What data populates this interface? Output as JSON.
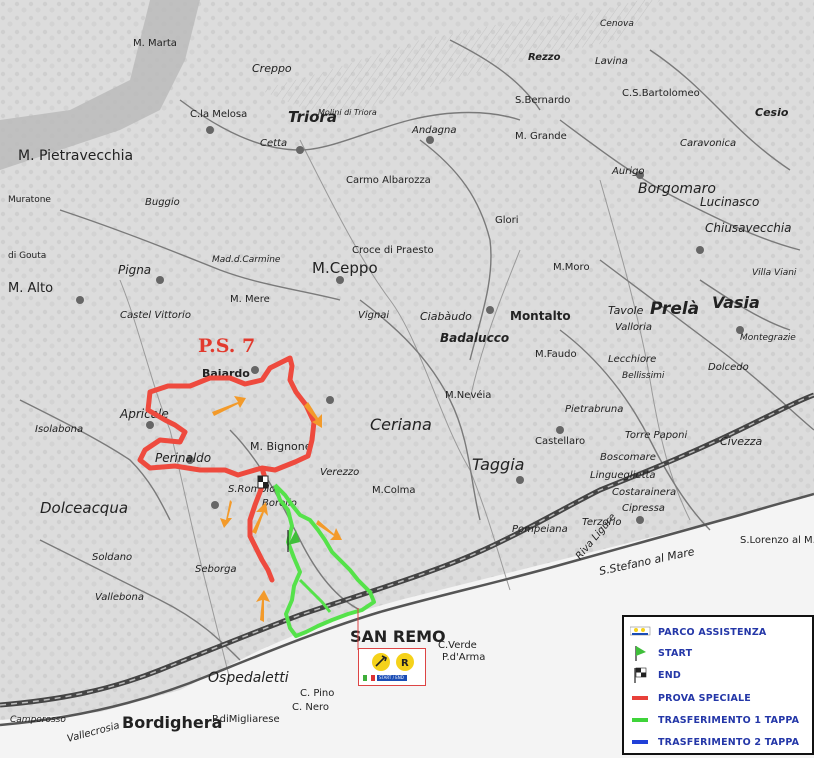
{
  "map": {
    "stage_label": "P.S. 7",
    "town_labels": {
      "triora": "Triora",
      "m_pietravecchia": "M. Pietravecchia",
      "m_ceppo": "M.Ceppo",
      "m_alto": "M. Alto",
      "pigna": "Pigna",
      "bajardo": "Bajardo",
      "apricale": "Apricale",
      "perinaldo": "Perinaldo",
      "dolceacqua": "Dolceacqua",
      "m_bignone": "M. Bignone",
      "ceriana": "Ceriana",
      "badalucco": "Badalucco",
      "montalto": "Montalto",
      "taggia": "Taggia",
      "sanremo": "SAN REMO",
      "ospedaletti": "Ospedaletti",
      "bordighera": "Bordighera",
      "borgomaro": "Borgomaro",
      "lucinasco": "Lucinasco",
      "prela": "Prelà",
      "vasia": "Vasia",
      "m_fauda": "M.Faudo",
      "castellaro": "Castellaro",
      "pompeiana": "Pompeiana",
      "s_stefano": "S.Stefano al Mare",
      "riva_ligure": "Riva Ligure",
      "s_lorenzo": "S.Lorenzo al M.",
      "c_verde": "C.Verde",
      "isolabona": "Isolabona",
      "camporosso": "Camporosso",
      "vallecrosia": "Vallecrosia",
      "andagna": "Andagna",
      "molini": "Molini di Triora",
      "carmo": "Carmo Albarozza",
      "m_grande": "M. Grande",
      "creppo": "Creppo",
      "cetta": "Cetta",
      "m_melosa": "C.la Melosa",
      "buggio": "Buggio",
      "sborgo": "Seborga",
      "verezzo": "Verezzo",
      "m_colma": "M.Colma",
      "borello": "Borello",
      "s_romolo": "S.Romolo",
      "glori": "Glori",
      "m_moro": "M.Moro",
      "pietrabruna": "Pietrabruna",
      "boscomare": "Boscomare",
      "cipressa": "Cipressa",
      "costarainera": "Costarainera",
      "terzorio": "Terzorio",
      "civezza": "Civezza",
      "dolcedo": "Dolcedo",
      "vignai": "Vignai",
      "ciabaudo": "Ciabàudo",
      "m_nevea": "M.Nevéia",
      "soldano": "Soldano",
      "vallebona": "Vallebona",
      "c_pino": "C. Pino",
      "c_nero": "C. Nero",
      "p_migliarese": "P.diMigliarese",
      "p_darma": "P.d'Arma",
      "m_mere": "M. Mere",
      "castel_vittorio": "Castel Vittorio",
      "croce_praesto": "Croce di Praesto",
      "gouta": "di Gouta",
      "muratone": "Muratone",
      "m_marta": "M. Marta",
      "rezzo": "Rezzo",
      "lavina": "Lavina",
      "s_bernardo": "S.Bernardo",
      "caravonica": "Caravonica",
      "cesio": "Cesio",
      "chiusavecchia": "Chiusavecchia",
      "villa_viani": "Villa Viani",
      "cenova": "Cenova",
      "tavole": "Tavole",
      "valloria": "Valloria",
      "lecchiore": "Lecchiore",
      "bellissimi": "Bellissimi",
      "torre_paponi": "Torre Paponi",
      "linguegtietta": "Lingueglietta",
      "aurigo": "Aurigo",
      "montegrazie": "Montegrazie",
      "c_s_bartolomeo": "C.S.Bartolomeo",
      "mezzavia": "Mad.d.Carmine"
    }
  },
  "legend": {
    "items": [
      {
        "label": "PARCO ASSISTENZA"
      },
      {
        "label": "START"
      },
      {
        "label": "END"
      },
      {
        "label": "PROVA SPECIALE",
        "color": "#e8403a"
      },
      {
        "label": "TRASFERIMENTO 1 TAPPA",
        "color": "#3fd43a"
      },
      {
        "label": "TRASFERIMENTO 2 TAPPA",
        "color": "#2040d8"
      }
    ]
  },
  "service_box": {
    "label": "START / END"
  },
  "colors": {
    "stage": "#ee4a3e",
    "transfer1": "#55e24a",
    "transfer2": "#2040d8",
    "arrows": "#f39a2a",
    "road": "#777777",
    "highway": "#444444"
  }
}
